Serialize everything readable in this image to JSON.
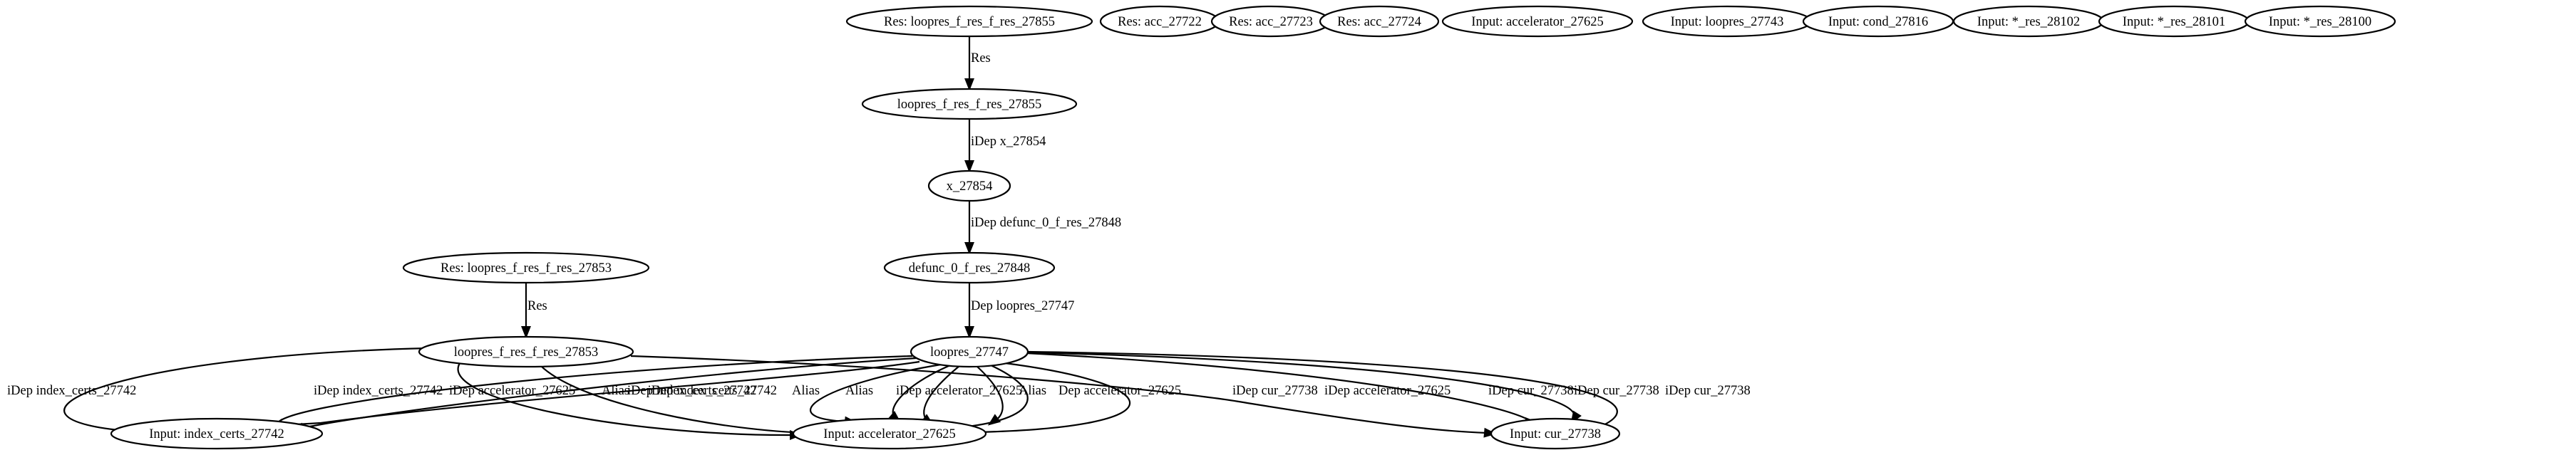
{
  "nodes": [
    {
      "id": "res_loopres_27855",
      "label": "Res: loopres_f_res_f_res_27855"
    },
    {
      "id": "res_acc_27722",
      "label": "Res: acc_27722"
    },
    {
      "id": "res_acc_27723",
      "label": "Res: acc_27723"
    },
    {
      "id": "res_acc_27724",
      "label": "Res: acc_27724"
    },
    {
      "id": "in_accelerator_top",
      "label": "Input: accelerator_27625"
    },
    {
      "id": "in_loopres_27743",
      "label": "Input: loopres_27743"
    },
    {
      "id": "in_cond_27816",
      "label": "Input: cond_27816"
    },
    {
      "id": "in_res_28102",
      "label": "Input: *_res_28102"
    },
    {
      "id": "in_res_28101",
      "label": "Input: *_res_28101"
    },
    {
      "id": "in_res_28100",
      "label": "Input: *_res_28100"
    },
    {
      "id": "loopres_27855",
      "label": "loopres_f_res_f_res_27855"
    },
    {
      "id": "x_27854",
      "label": "x_27854"
    },
    {
      "id": "defunc_27848",
      "label": "defunc_0_f_res_27848"
    },
    {
      "id": "res_loopres_27853",
      "label": "Res: loopres_f_res_f_res_27853"
    },
    {
      "id": "loopres_27853",
      "label": "loopres_f_res_f_res_27853"
    },
    {
      "id": "loopres_27747",
      "label": "loopres_27747"
    },
    {
      "id": "in_index_certs",
      "label": "Input: index_certs_27742"
    },
    {
      "id": "in_accelerator",
      "label": "Input: accelerator_27625"
    },
    {
      "id": "in_cur",
      "label": "Input: cur_27738"
    }
  ],
  "edges": [
    {
      "from": "res_loopres_27855",
      "to": "loopres_27855",
      "label": "Res"
    },
    {
      "from": "loopres_27855",
      "to": "x_27854",
      "label": "iDep x_27854"
    },
    {
      "from": "x_27854",
      "to": "defunc_27848",
      "label": "iDep defunc_0_f_res_27848"
    },
    {
      "from": "defunc_27848",
      "to": "loopres_27747",
      "label": "Dep loopres_27747"
    },
    {
      "from": "res_loopres_27853",
      "to": "loopres_27853",
      "label": "Res"
    },
    {
      "from": "loopres_27853",
      "to": "in_index_certs",
      "label": "iDep index_certs_27742"
    },
    {
      "from": "loopres_27853",
      "to": "in_accelerator",
      "label": "iDep accelerator_27625"
    },
    {
      "from": "loopres_27853",
      "to": "in_accelerator",
      "label": "Alias"
    },
    {
      "from": "loopres_27853",
      "to": "in_cur",
      "label": "iDep cur_27738"
    },
    {
      "from": "loopres_27747",
      "to": "in_index_certs",
      "label": "iDep index_certs_27742"
    },
    {
      "from": "loopres_27747",
      "to": "in_index_certs",
      "label": "iDep index_certs_27742"
    },
    {
      "from": "loopres_27747",
      "to": "in_index_certs",
      "label": "iDep index_certs_27742"
    },
    {
      "from": "loopres_27747",
      "to": "in_accelerator",
      "label": "Alias"
    },
    {
      "from": "loopres_27747",
      "to": "in_accelerator",
      "label": "Alias"
    },
    {
      "from": "loopres_27747",
      "to": "in_accelerator",
      "label": "iDep accelerator_27625"
    },
    {
      "from": "loopres_27747",
      "to": "in_accelerator",
      "label": "Alias"
    },
    {
      "from": "loopres_27747",
      "to": "in_accelerator",
      "label": "Dep accelerator_27625"
    },
    {
      "from": "loopres_27747",
      "to": "in_accelerator",
      "label": "iDep accelerator_27625"
    },
    {
      "from": "loopres_27747",
      "to": "in_cur",
      "label": "iDep cur_27738"
    },
    {
      "from": "loopres_27747",
      "to": "in_cur",
      "label": "iDep cur_27738"
    },
    {
      "from": "loopres_27747",
      "to": "in_cur",
      "label": "iDep cur_27738"
    }
  ]
}
